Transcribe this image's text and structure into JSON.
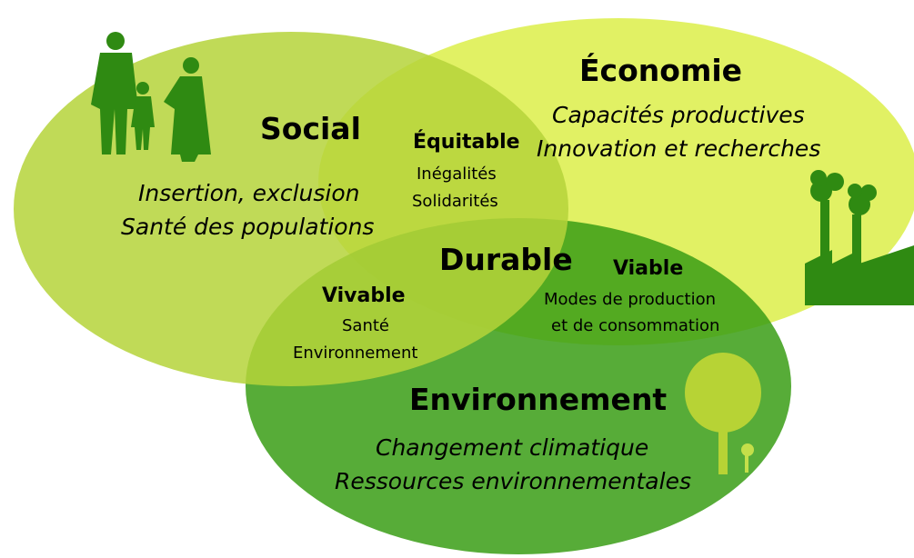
{
  "circles": {
    "social": {
      "title": "Social",
      "lines": [
        "Insertion, exclusion",
        "Santé des populations"
      ],
      "color": "#b7d335"
    },
    "economie": {
      "title": "Économie",
      "lines": [
        "Capacités productives",
        "Innovation et recherches"
      ],
      "color": "#dff05c"
    },
    "environnement": {
      "title": "Environnement",
      "lines": [
        "Changement climatique",
        "Ressources environnementales"
      ],
      "color": "#3a9d15"
    }
  },
  "intersections": {
    "equitable": {
      "title": "Équitable",
      "lines": [
        "Inégalités",
        "Solidarités"
      ]
    },
    "vivable": {
      "title": "Vivable",
      "lines": [
        "Santé",
        "Environnement"
      ]
    },
    "viable": {
      "title": "Viable",
      "lines": [
        "Modes de production",
        "et de consommation"
      ]
    },
    "durable": {
      "title": "Durable"
    }
  },
  "icons": {
    "family": {
      "name": "family-icon",
      "color": "#2f8a12"
    },
    "factory": {
      "name": "factory-icon",
      "color": "#2f8a12"
    },
    "tree": {
      "name": "tree-icon",
      "color": "#b7d335"
    }
  }
}
